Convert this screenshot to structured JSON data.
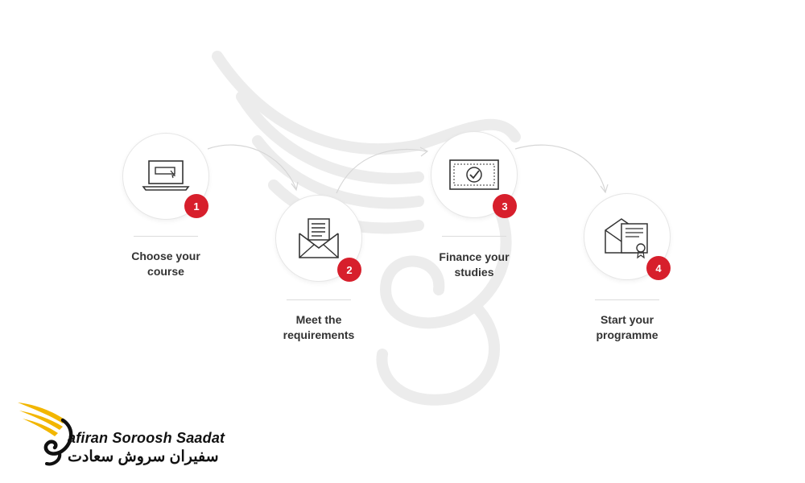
{
  "steps": [
    {
      "number": "1",
      "line1": "Choose your",
      "line2": "course",
      "icon": "laptop-icon"
    },
    {
      "number": "2",
      "line1": "Meet the",
      "line2": "requirements",
      "icon": "envelope-document-icon"
    },
    {
      "number": "3",
      "line1": "Finance your",
      "line2": "studies",
      "icon": "banknote-check-icon"
    },
    {
      "number": "4",
      "line1": "Start your",
      "line2": "programme",
      "icon": "certificate-envelope-icon"
    }
  ],
  "logo": {
    "name_en": "afiran Soroosh Saadat",
    "name_fa": "سفیران سروش سعادت",
    "icon": "wing-logo-icon"
  },
  "colors": {
    "badge": "#d71f2c",
    "logo_wing": "#f2b600"
  }
}
